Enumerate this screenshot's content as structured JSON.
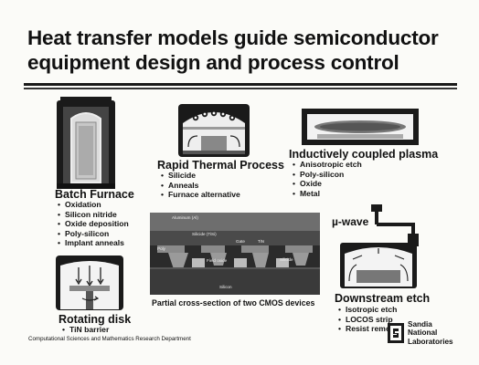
{
  "title": "Heat transfer models guide semiconductor equipment design and process control",
  "sections": {
    "batch_furnace": {
      "heading": "Batch Furnace",
      "items": [
        "Oxidation",
        "Silicon nitride",
        "Oxide deposition",
        "Poly-silicon",
        "Implant anneals"
      ]
    },
    "rapid_thermal": {
      "heading": "Rapid Thermal Process",
      "items": [
        "Silicide",
        "Anneals",
        "Furnace alternative"
      ]
    },
    "icp": {
      "heading": "Inductively coupled plasma",
      "items": [
        "Anisotropic etch",
        "Poly-silicon",
        "Oxide",
        "Metal"
      ]
    },
    "rotating_disk": {
      "heading": "Rotating disk",
      "items": [
        "TiN barrier"
      ]
    },
    "downstream_etch": {
      "heading": "Downstream etch",
      "items": [
        "Isotropic etch",
        "LOCOS strip",
        "Resist removal"
      ],
      "microwave_label": "µ-wave"
    }
  },
  "cross_section": {
    "caption": "Partial cross-section of two CMOS devices",
    "labels": [
      "Aluminum (Al)",
      "Silicide (TiSi)",
      "Poly",
      "Field oxide",
      "Gate",
      "TiN",
      "Silicide",
      "Silicon"
    ]
  },
  "footer": {
    "department": "Computational Sciences and Mathematics Research Department",
    "org_name": "Sandia National Laboratories"
  }
}
